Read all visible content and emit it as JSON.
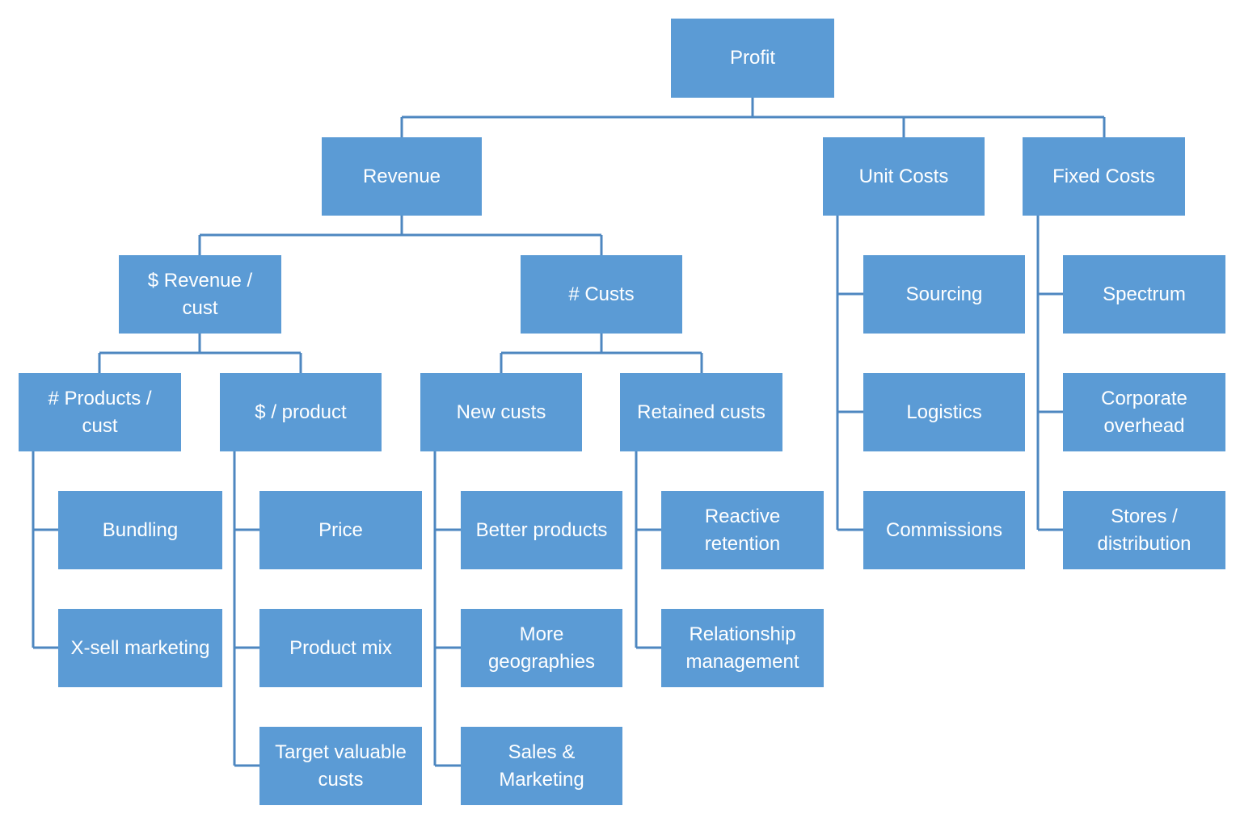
{
  "colors": {
    "node_fill": "#5B9BD5",
    "node_text": "#FFFFFF",
    "connector": "#4E87C0",
    "background": "#FFFFFF"
  },
  "nodes": {
    "profit": "Profit",
    "revenue": "Revenue",
    "unit_costs": "Unit Costs",
    "fixed_costs": "Fixed Costs",
    "revenue_per_cust": "$ Revenue / cust",
    "num_custs": "# Custs",
    "sourcing": "Sourcing",
    "spectrum": "Spectrum",
    "products_per_cust": "# Products / cust",
    "dollars_per_product": "$ / product",
    "new_custs": "New custs",
    "retained_custs": "Retained custs",
    "logistics": "Logistics",
    "corporate_overhead": "Corporate overhead",
    "bundling": "Bundling",
    "price": "Price",
    "better_products": "Better products",
    "reactive_retention": "Reactive retention",
    "commissions": "Commissions",
    "stores_distribution": "Stores / distribution",
    "xsell_marketing": "X-sell marketing",
    "product_mix": "Product mix",
    "more_geographies": "More geographies",
    "relationship_management": "Relationship management",
    "target_valuable_custs": "Target valuable custs",
    "sales_marketing": "Sales & Marketing"
  },
  "hierarchy": {
    "Profit": {
      "Revenue": {
        "$ Revenue / cust": {
          "# Products / cust": [
            "Bundling",
            "X-sell marketing"
          ],
          "$ / product": [
            "Price",
            "Product mix",
            "Target valuable custs"
          ]
        },
        "# Custs": {
          "New custs": [
            "Better products",
            "More geographies",
            "Sales & Marketing"
          ],
          "Retained custs": [
            "Reactive retention",
            "Relationship management"
          ]
        }
      },
      "Unit Costs": [
        "Sourcing",
        "Logistics",
        "Commissions"
      ],
      "Fixed Costs": [
        "Spectrum",
        "Corporate overhead",
        "Stores / distribution"
      ]
    }
  }
}
